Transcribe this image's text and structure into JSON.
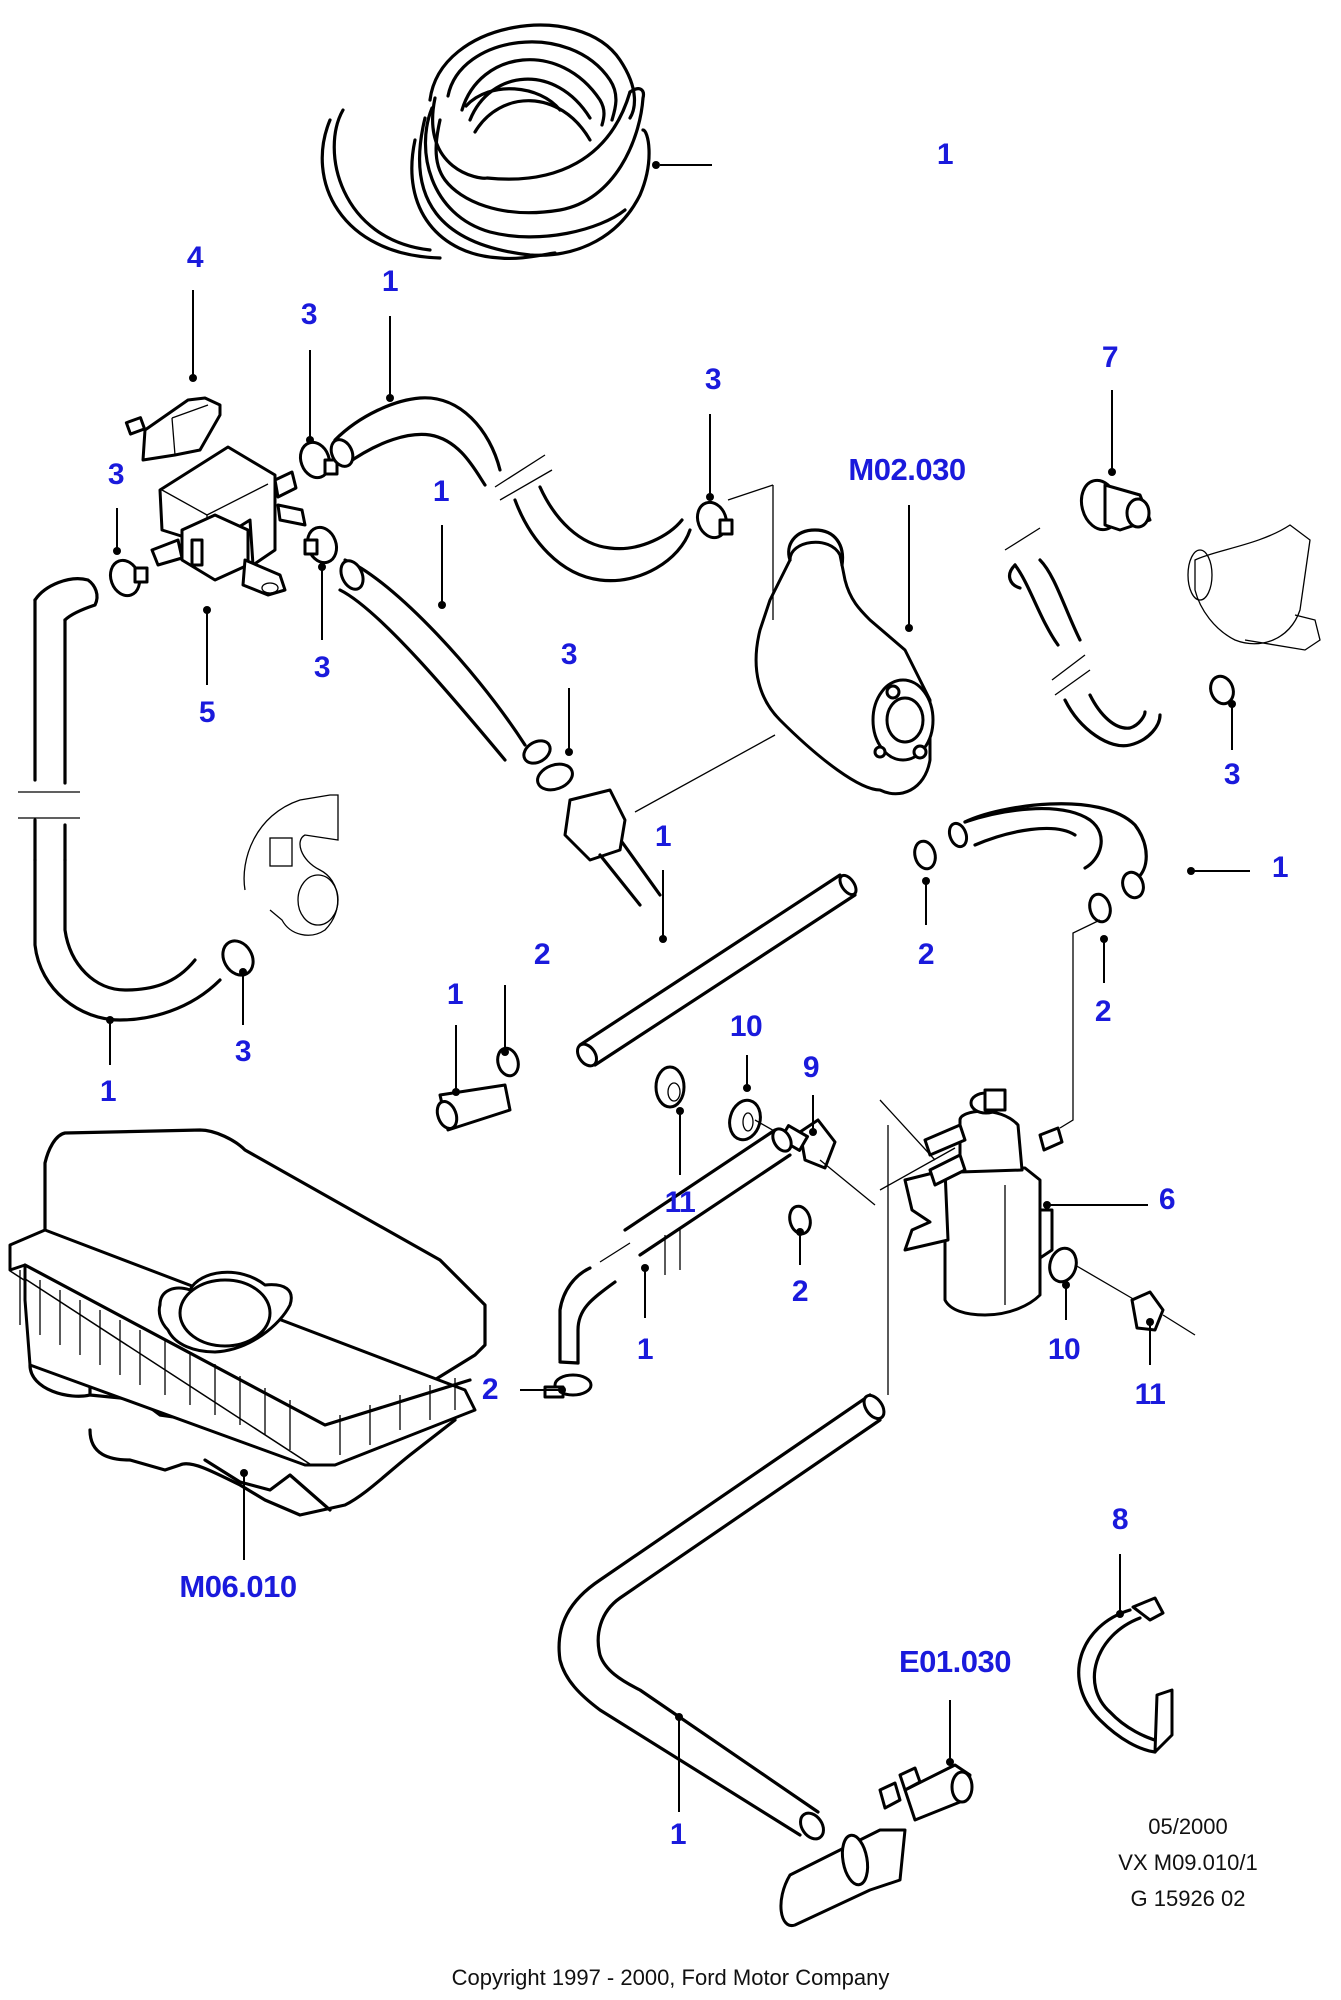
{
  "diagram": {
    "type": "exploded-parts-diagram",
    "subject": "Vacuum / emission hoses and valves",
    "label_color": "#1a1adc",
    "line_color": "#000000",
    "callouts": [
      {
        "id": "c1",
        "text": "1",
        "part": "hose-coil"
      },
      {
        "id": "c2",
        "text": "4",
        "part": "valve-small"
      },
      {
        "id": "c3",
        "text": "3",
        "part": "hose-clip"
      },
      {
        "id": "c4",
        "text": "1",
        "part": "hose-upper"
      },
      {
        "id": "c5",
        "text": "3",
        "part": "hose-clip"
      },
      {
        "id": "c6",
        "text": "3",
        "part": "hose-clip"
      },
      {
        "id": "c7",
        "text": "1",
        "part": "hose-diagonal"
      },
      {
        "id": "c8",
        "text": "3",
        "part": "hose-clip"
      },
      {
        "id": "c9",
        "text": "5",
        "part": "solenoid-valve"
      },
      {
        "id": "c10",
        "text": "3",
        "part": "hose-clip"
      },
      {
        "id": "c11",
        "text": "M02.030",
        "part": "water-pump"
      },
      {
        "id": "c12",
        "text": "7",
        "part": "cap-plug"
      },
      {
        "id": "c13",
        "text": "3",
        "part": "hose-clip"
      },
      {
        "id": "c14",
        "text": "3",
        "part": "hose-clip"
      },
      {
        "id": "c15",
        "text": "1",
        "part": "hose-left-long"
      },
      {
        "id": "c16",
        "text": "1",
        "part": "straight-pipe"
      },
      {
        "id": "c17",
        "text": "1",
        "part": "hose-curved-right"
      },
      {
        "id": "c18",
        "text": "2",
        "part": "hose-clip-small"
      },
      {
        "id": "c19",
        "text": "2",
        "part": "hose-clip-small"
      },
      {
        "id": "c20",
        "text": "1",
        "part": "short-hose"
      },
      {
        "id": "c21",
        "text": "2",
        "part": "hose-clip-small"
      },
      {
        "id": "c22",
        "text": "10",
        "part": "washer"
      },
      {
        "id": "c23",
        "text": "9",
        "part": "connector"
      },
      {
        "id": "c24",
        "text": "11",
        "part": "nut"
      },
      {
        "id": "c25",
        "text": "6",
        "part": "vacuum-solenoid"
      },
      {
        "id": "c26",
        "text": "2",
        "part": "hose-clip-small"
      },
      {
        "id": "c27",
        "text": "1",
        "part": "hose-bent"
      },
      {
        "id": "c28",
        "text": "2",
        "part": "hose-clip-small"
      },
      {
        "id": "c29",
        "text": "10",
        "part": "washer"
      },
      {
        "id": "c30",
        "text": "11",
        "part": "nut"
      },
      {
        "id": "c31",
        "text": "M06.010",
        "part": "air-cleaner"
      },
      {
        "id": "c32",
        "text": "8",
        "part": "strap-clip"
      },
      {
        "id": "c33",
        "text": "E01.030",
        "part": "t-connector"
      },
      {
        "id": "c34",
        "text": "1",
        "part": "hose-long-bend"
      }
    ]
  },
  "meta": {
    "date": "05/2000",
    "reference": "VX M09.010/1",
    "graphic_id": "G 15926 02"
  },
  "footer": {
    "copyright": "Copyright 1997 - 2000, Ford Motor Company"
  }
}
